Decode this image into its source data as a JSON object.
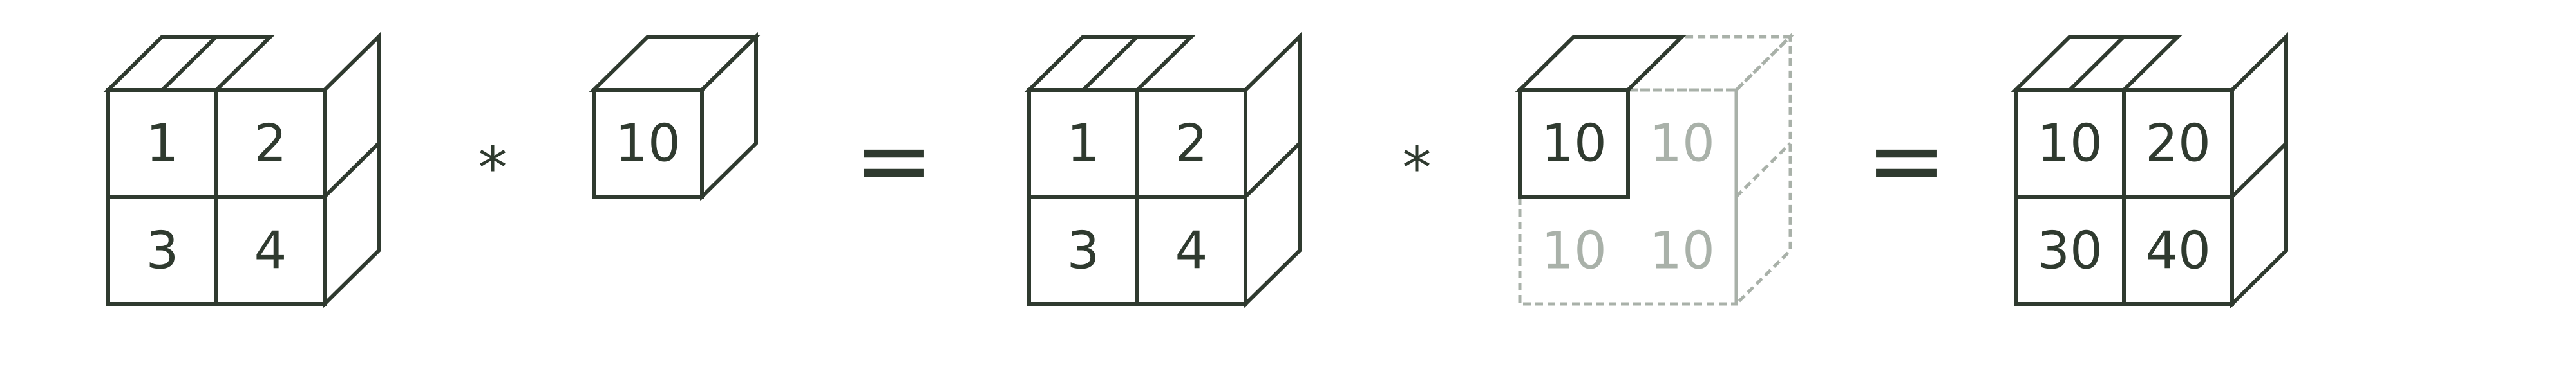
{
  "diagram": {
    "operators": {
      "multiply": "*",
      "equals": "="
    },
    "array_a": {
      "values": [
        [
          "1",
          "2"
        ],
        [
          "3",
          "4"
        ]
      ]
    },
    "scalar_b": {
      "value": "10"
    },
    "array_a_repeat": {
      "values": [
        [
          "1",
          "2"
        ],
        [
          "3",
          "4"
        ]
      ]
    },
    "broadcast_b": {
      "values": [
        [
          "10",
          "10"
        ],
        [
          "10",
          "10"
        ]
      ],
      "original_cell": [
        0,
        0
      ]
    },
    "result": {
      "values": [
        [
          "10",
          "20"
        ],
        [
          "30",
          "40"
        ]
      ]
    },
    "colors": {
      "stroke": "#2f3a2f",
      "faded_stroke": "#a9b1a9",
      "faded_text": "#a9b1a9",
      "background": "#ffffff"
    }
  }
}
